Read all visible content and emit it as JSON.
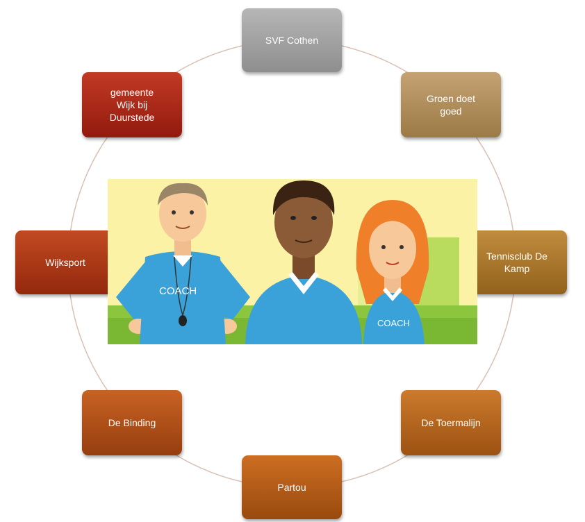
{
  "diagram": {
    "nodes": [
      {
        "id": "svf",
        "label": "SVF Cothen"
      },
      {
        "id": "groen",
        "label": "Groen doet\ngoed"
      },
      {
        "id": "tennis",
        "label": "Tennisclub De\nKamp"
      },
      {
        "id": "toermalijn",
        "label": "De Toermalijn"
      },
      {
        "id": "partou",
        "label": "Partou"
      },
      {
        "id": "binding",
        "label": "De Binding"
      },
      {
        "id": "wijksport",
        "label": "Wijksport"
      },
      {
        "id": "gemeente",
        "label": "gemeente\nWijk bij\nDuurstede"
      }
    ],
    "illustration": {
      "shirt_text_left": "COACH",
      "shirt_text_right": "COACH"
    }
  },
  "colors": {
    "ring": "#d8c0b4",
    "shirt": "#3aa2d8",
    "background_yellow": "#fbf2a6",
    "grass": "#8cc63f"
  }
}
